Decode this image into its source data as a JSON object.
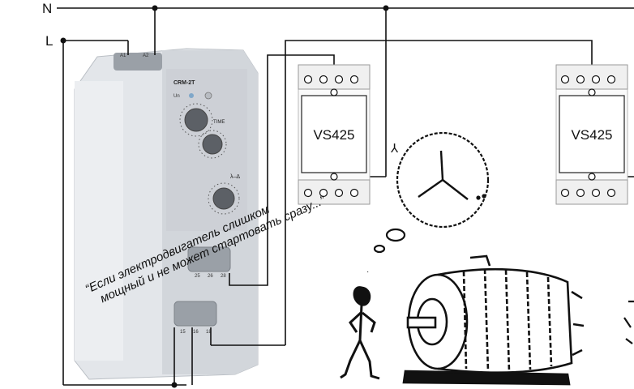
{
  "lines": {
    "neutral_label": "N",
    "live_label": "L"
  },
  "relay": {
    "model": "CRM-2T",
    "led_un": "Un",
    "knob_time_label": "TIME",
    "knob_delta_label": "λ–Δ",
    "terminals_top": [
      "A1",
      "A2"
    ],
    "terminals_mid": [
      "25",
      "26",
      "28"
    ],
    "terminals_bottom": [
      "15",
      "16",
      "18"
    ]
  },
  "modules": [
    {
      "label": "VS425"
    },
    {
      "label": "VS425"
    }
  ],
  "star_symbol": "⅄",
  "quote": {
    "line1": "“Если электродвигатель слишком",
    "line2": "мощный и не может стартовать сразу...”"
  },
  "colors": {
    "wire": "#111111",
    "relay_body": "#d9dde2",
    "module_body": "#fafafa"
  }
}
